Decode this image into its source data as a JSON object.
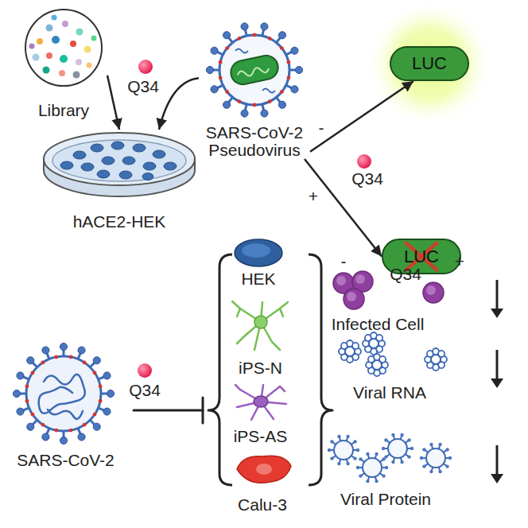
{
  "diagram": {
    "nodes": [
      {
        "text": [
          "Library"
        ]
      },
      {
        "text": [
          "SARS-CoV-2 Pseudovirus"
        ]
      },
      {
        "text": [
          "hACE2-HEK"
        ]
      },
      {
        "text": [
          "LUC"
        ]
      },
      {
        "text": [
          "LUC"
        ]
      },
      {
        "text": [
          "SARS-CoV-2"
        ]
      },
      {
        "text": [
          "HEK"
        ]
      },
      {
        "text": [
          "iPS-N"
        ]
      },
      {
        "text": [
          "iPS-AS"
        ]
      },
      {
        "text": [
          "Calu-3"
        ]
      }
    ],
    "edges": [
      {
        "from": 0,
        "to": 2,
        "arrow": "to"
      },
      {
        "from": 1,
        "to": 2,
        "arrow": "to"
      },
      {
        "from": 1,
        "to": 3,
        "arrow": "to"
      },
      {
        "from": 1,
        "to": 4,
        "arrow": "to"
      }
    ],
    "labels": [
      "Q34",
      "-",
      "Q34",
      "+",
      "Q34",
      "-",
      "Q34",
      "+",
      "Infected Cell",
      "Viral RNA",
      "Viral Protein"
    ]
  }
}
